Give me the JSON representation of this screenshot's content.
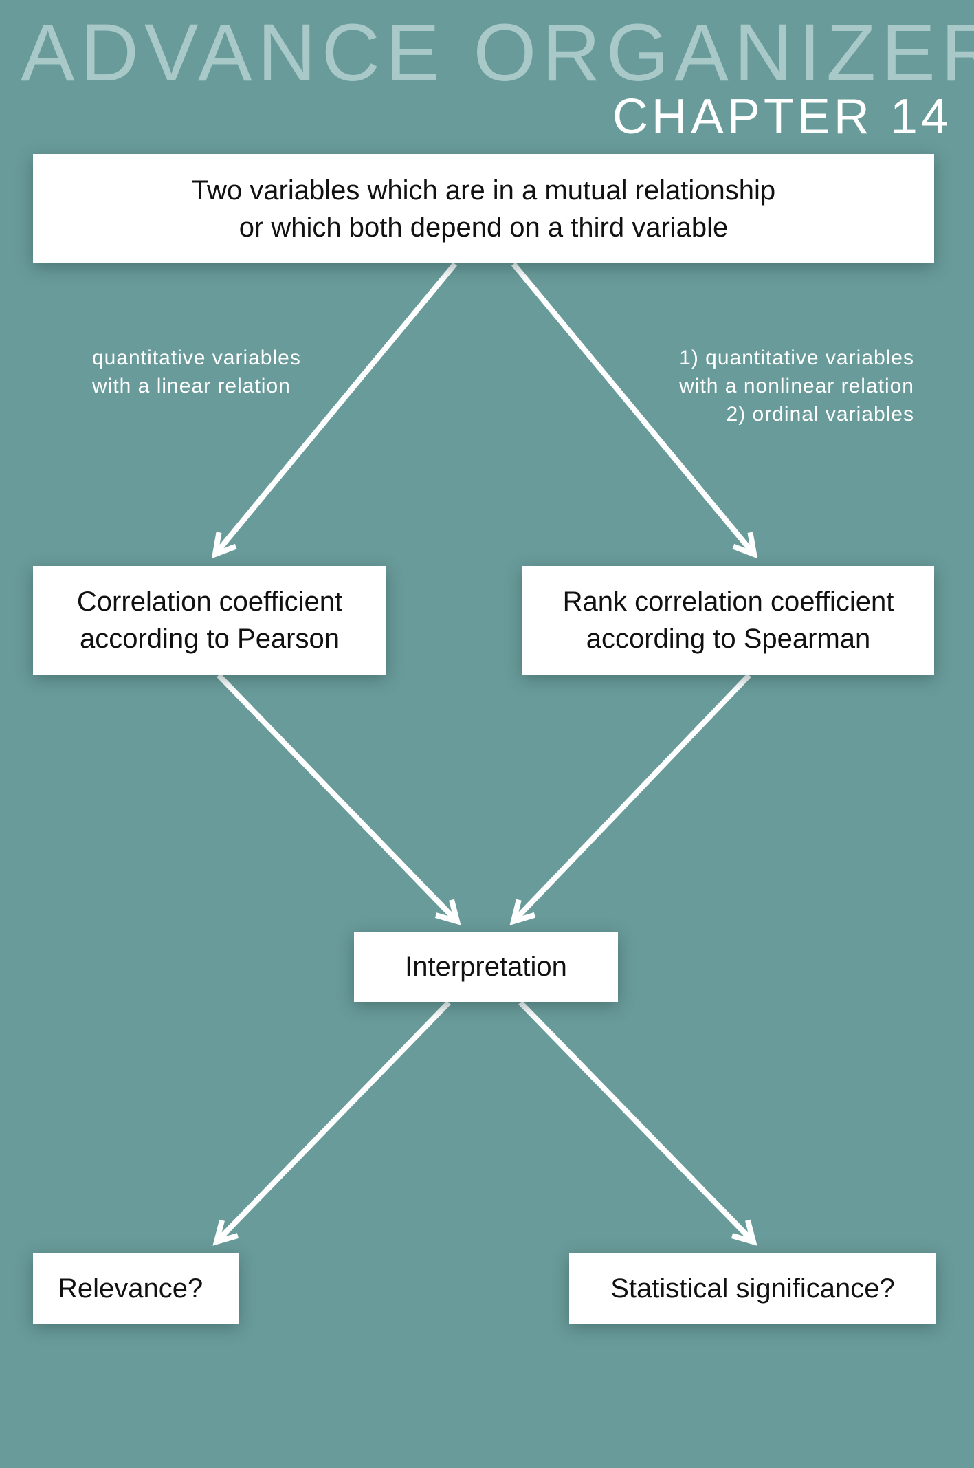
{
  "header": {
    "title": "ADVANCE ORGANIZER",
    "chapter": "CHAPTER 14"
  },
  "nodes": {
    "root": {
      "line1": "Two variables which are in a mutual relationship",
      "line2": "or which both depend on a third variable"
    },
    "pearson": {
      "line1": "Correlation coefficient",
      "line2": "according to Pearson"
    },
    "spearman": {
      "line1": "Rank correlation coefficient",
      "line2": "according to Spearman"
    },
    "interpretation": {
      "label": "Interpretation"
    },
    "relevance": {
      "label": "Relevance?"
    },
    "significance": {
      "label": "Statistical significance?"
    }
  },
  "edge_labels": {
    "left": [
      "quantitative variables",
      "with a linear relation"
    ],
    "right": [
      "1) quantitative variables",
      "with a nonlinear relation",
      "2) ordinal variables"
    ]
  },
  "colors": {
    "background": "#699b9a",
    "title": "#a9c9c9",
    "box": "#ffffff",
    "arrow": "#ffffff"
  }
}
